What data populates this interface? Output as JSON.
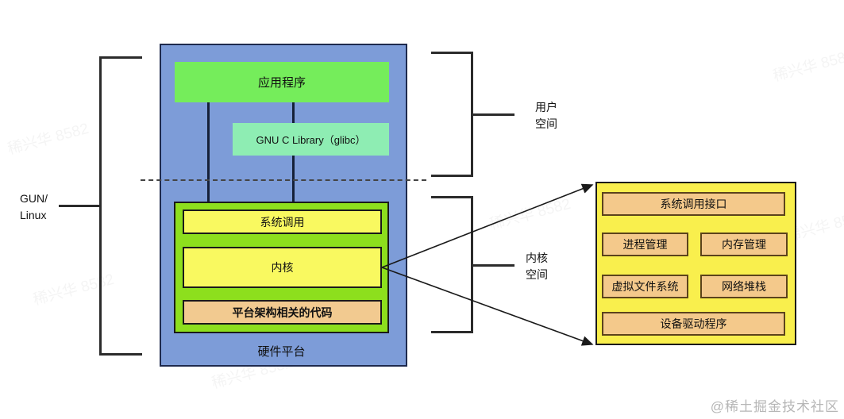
{
  "colors": {
    "blue_panel": "#7D9CD8",
    "app_green": "#75ED5B",
    "glibc_mint": "#8EEDB3",
    "inner_green": "#8DDF1D",
    "yellow_box": "#F9F960",
    "platform_orange": "#F2CA90",
    "right_yellow": "#F9EF4D",
    "right_orange": "#F4C98B",
    "line_dark": "#2b2b2b"
  },
  "labels": {
    "gnu_linux_line1": "GUN/",
    "gnu_linux_line2": "Linux",
    "user_space_line1": "用户",
    "user_space_line2": "空间",
    "kernel_space_line1": "内核",
    "kernel_space_line2": "空间"
  },
  "stack": {
    "application": "应用程序",
    "glibc": "GNU C Library（glibc）",
    "system_call": "系统调用",
    "kernel": "内核",
    "platform_code": "平台架构相关的代码",
    "hardware_platform": "硬件平台"
  },
  "kernel_modules": {
    "syscall_interface": "系统调用接口",
    "process_mgmt": "进程管理",
    "memory_mgmt": "内存管理",
    "vfs": "虚拟文件系统",
    "network_stack": "网络堆栈",
    "device_drivers": "设备驱动程序"
  },
  "watermark_text": "稀兴华 8582",
  "credit": "@稀土掘金技术社区"
}
